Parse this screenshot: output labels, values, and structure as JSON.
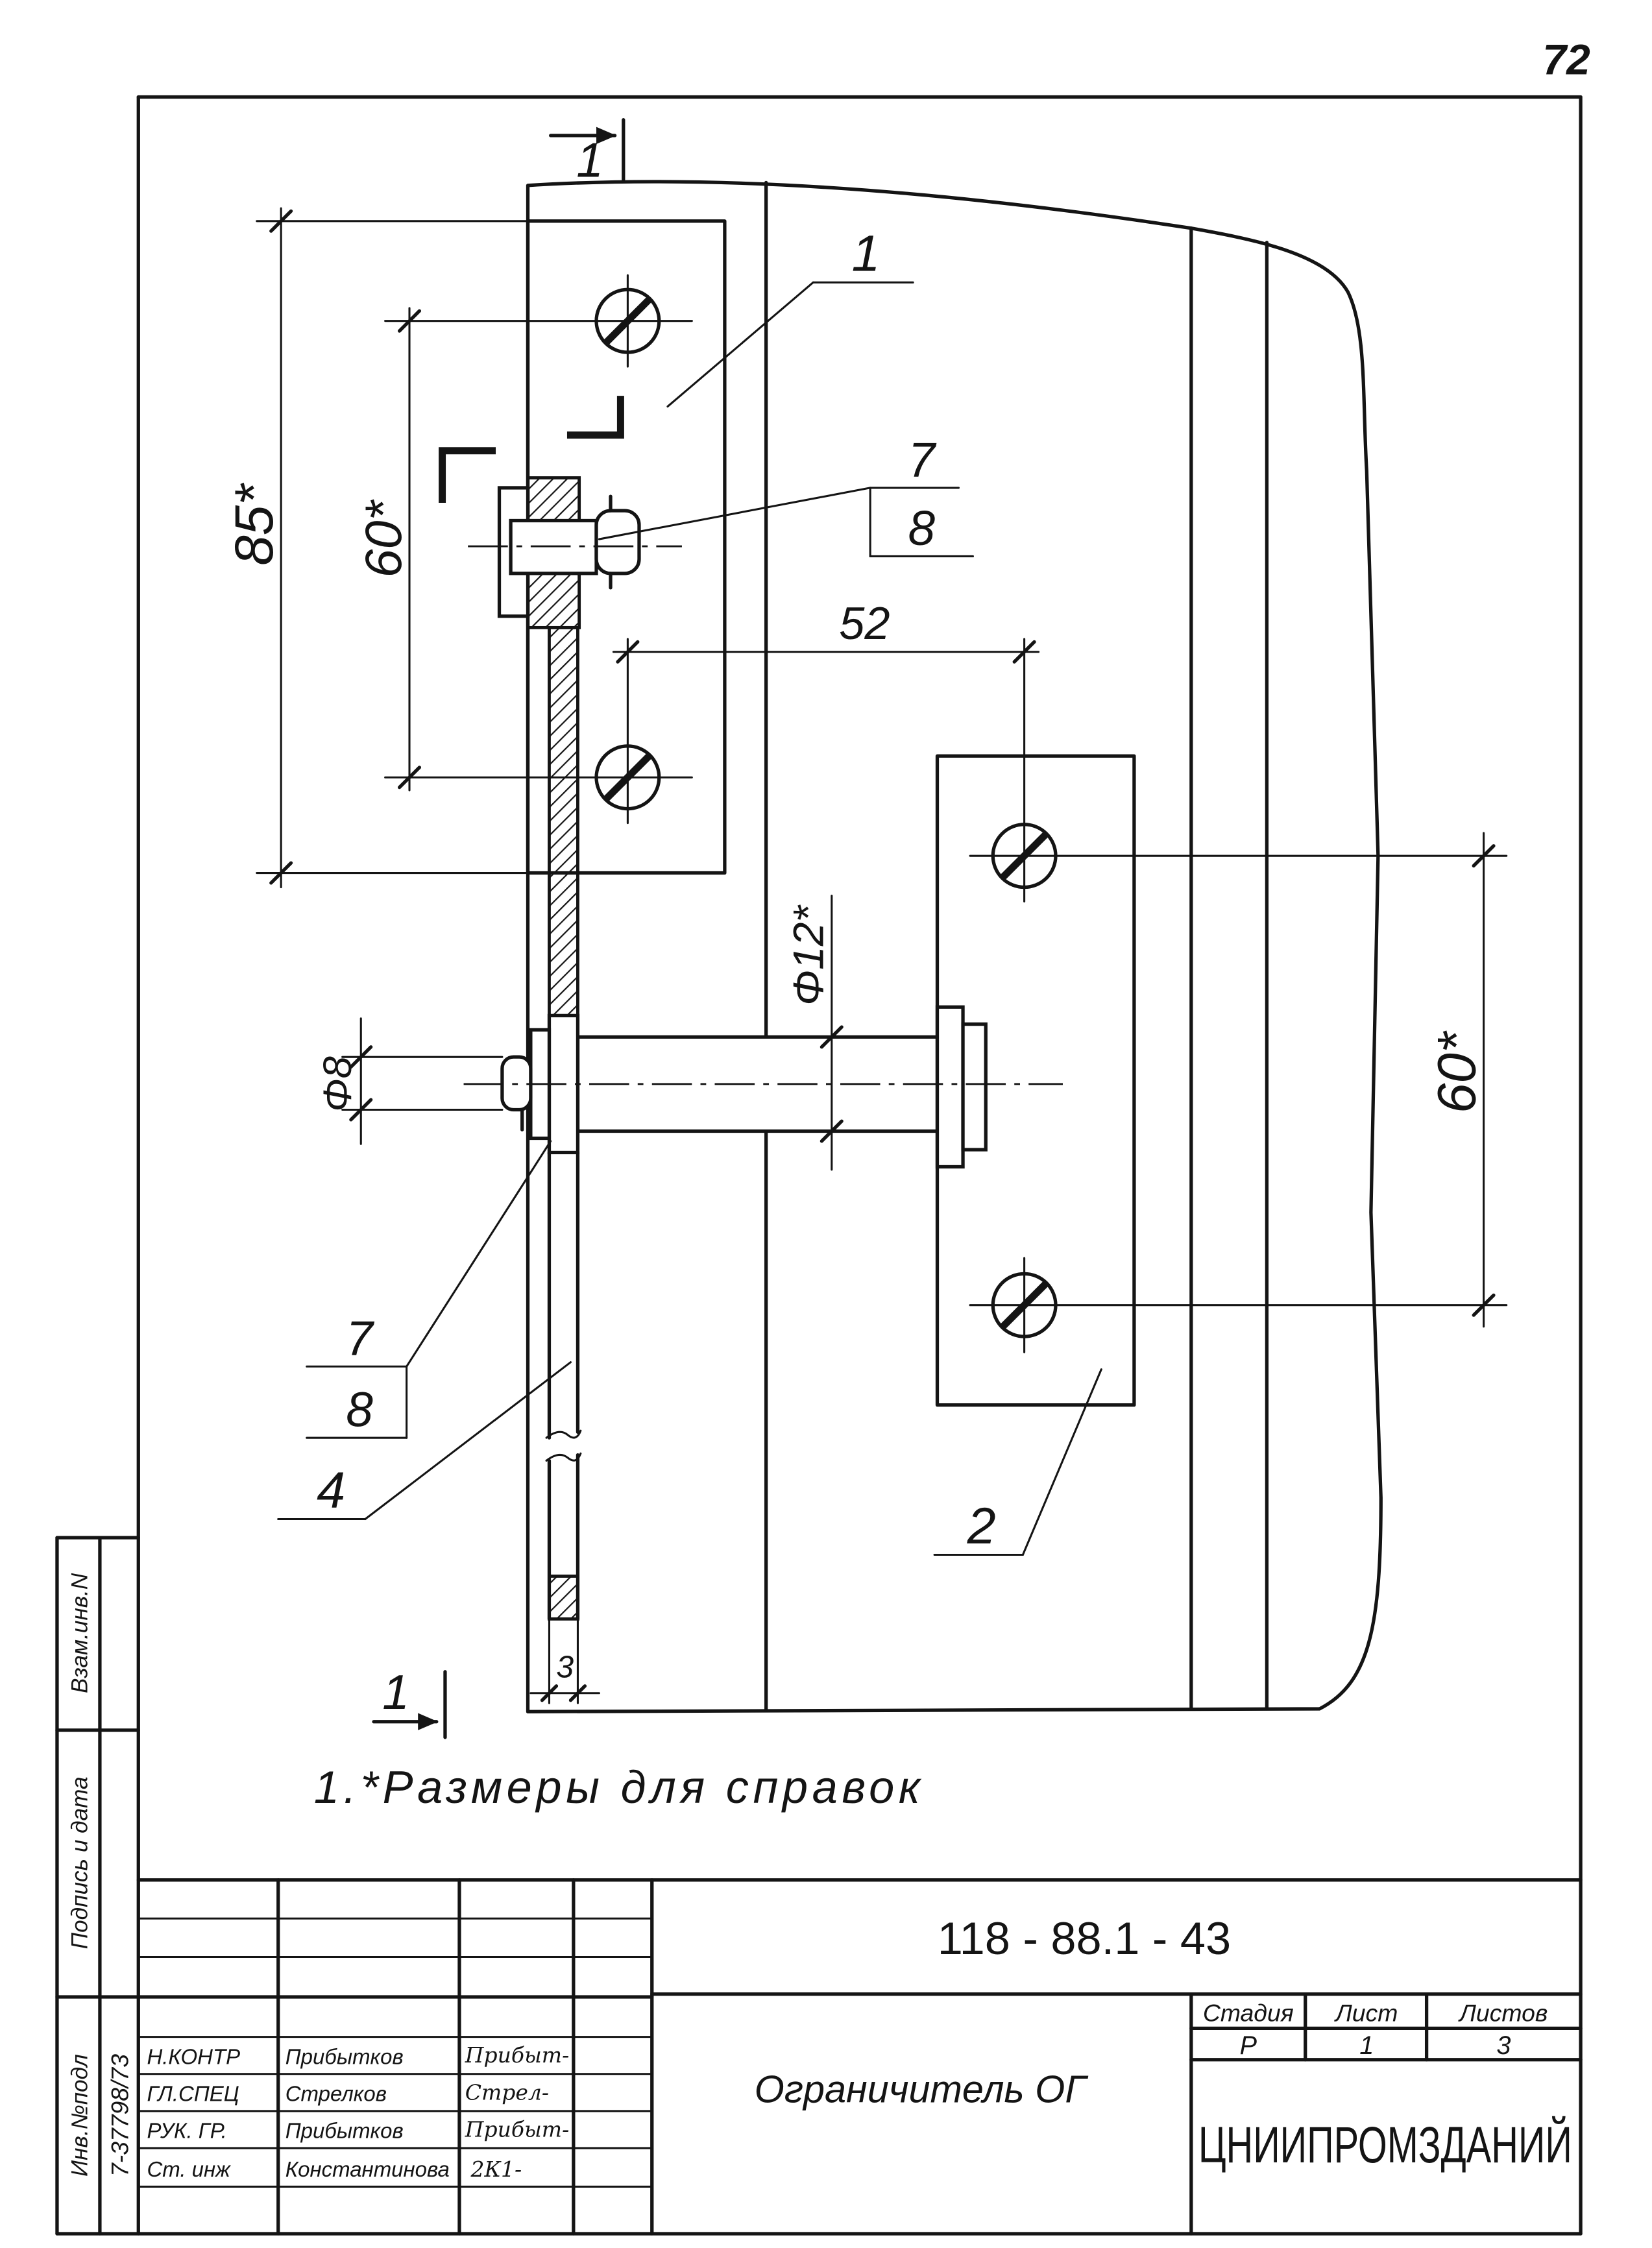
{
  "page_number": "72",
  "section_marks": {
    "top": "1",
    "bottom": "1"
  },
  "callouts": {
    "part_1": "1",
    "part_7_top": "7",
    "part_8_top": "8",
    "part_7_bottom": "7",
    "part_8_bottom": "8",
    "part_4": "4",
    "part_2": "2"
  },
  "dimensions": {
    "height_85": "85*",
    "spacing_60_left": "60*",
    "spacing_52": "52",
    "diameter_12": "Φ12*",
    "diameter_8": "Φ8",
    "spacing_60_right": "60*",
    "thickness_3": "3"
  },
  "note": "1.*Размеры для справок",
  "margin": {
    "replacement_inv": "Взам.инв.N",
    "signature_date": "Подпись и дата",
    "original_inv": "Инв.№подл",
    "original_inv_value": "7-37798/73"
  },
  "title_block": {
    "doc_number": "118 - 88.1 - 43",
    "title": "Ограничитель ОГ",
    "stage_label": "Стадия",
    "sheet_label": "Лист",
    "sheets_label": "Листов",
    "stage": "Р",
    "sheet": "1",
    "sheets": "3",
    "organization": "ЦНИИПРОМЗДАНИЙ",
    "signers": [
      {
        "role": "Н.КОНТР",
        "name": "Прибытков",
        "signature": "Прибыт-"
      },
      {
        "role": "ГЛ.СПЕЦ",
        "name": "Стрелков",
        "signature": "Стрел-"
      },
      {
        "role": "РУК. ГР.",
        "name": "Прибытков",
        "signature": "Прибыт-"
      },
      {
        "role": "Ст. инж",
        "name": "Константинова",
        "signature": "2К1-"
      }
    ]
  }
}
